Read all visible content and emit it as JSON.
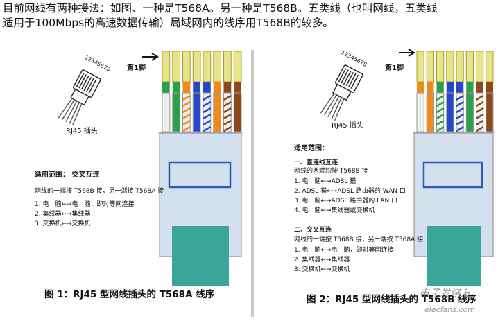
{
  "intro": {
    "text": "目前网线有两种接法：如图、一种是T568A。另一种是T568B。五类线（也叫网线，五类线适用于100Mbps的高速数据传输）局域网内的线序用T568B的较多。"
  },
  "figure1": {
    "pin_numbers": "12345678",
    "plug_label": "RJ45 插头",
    "pin1_label": "第1脚",
    "scope_title": "适用范围： 交叉互连",
    "rule": "网线的一端按 T568B 接，另一端接 T568A 接",
    "items": [
      "1. 电　脑←→电　脑，即对等网连接",
      "2. 集线器←→集线器",
      "3. 交换机←→交换机"
    ],
    "caption": "图 1：RJ45 型网线插头的 T568A 线序"
  },
  "figure2": {
    "pin_numbers": "12345678",
    "plug_label": "RJ45 插头",
    "pin1_label": "第1脚",
    "scope_title": "适用范围：",
    "section1_title": "一、直连线互连",
    "section1_rule": "网线的两端均按 T568B 接",
    "section1_items": [
      "1. 电　脑←→ADSL 猫",
      "2. ADSL 猫←→ADSL 路由器的 WAN 口",
      "3. 电　脑←→ADSL 路由器的 LAN 口",
      "4. 电　脑←→集线器或交换机"
    ],
    "section2_title": "二、交叉互连",
    "section2_rule": "网线的一端按 T568B 接，另一端按 T568A 接",
    "section2_items": [
      "1. 电　脑←→电　脑，即对等网连接",
      "2. 集线器←→集线器",
      "3. 交换机←→交换机"
    ],
    "caption": "图 2：RJ45 型网线插头的 T568B 线序",
    "watermark": "电子发烧友",
    "watermark_url": "elecfans.com"
  },
  "colors": {
    "t568a": [
      "#f0f0f0",
      "#2aa04a",
      "#f0f0f0",
      "#2448c8",
      "#f0f0f0",
      "#f08a1c",
      "#f0f0f0",
      "#8a4a1e"
    ],
    "t568a_stripe": [
      null,
      null,
      "#f08a1c",
      null,
      "#2448c8",
      null,
      "#8a4a1e",
      null
    ],
    "t568a_top": [
      "#2aa04a",
      "#2aa04a",
      "#f08a1c",
      "#2448c8",
      "#2448c8",
      "#f08a1c",
      "#8a4a1e",
      "#8a4a1e"
    ],
    "t568b": [
      "#f0f0f0",
      "#f08a1c",
      "#f0f0f0",
      "#2448c8",
      "#f0f0f0",
      "#2aa04a",
      "#f0f0f0",
      "#8a4a1e"
    ],
    "t568b_stripe": [
      null,
      null,
      "#2aa04a",
      null,
      "#2448c8",
      null,
      "#8a4a1e",
      null
    ],
    "t568b_top": [
      "#f08a1c",
      "#f08a1c",
      "#2aa04a",
      "#2448c8",
      "#2448c8",
      "#2aa04a",
      "#8a4a1e",
      "#8a4a1e"
    ],
    "plug_body": "#d4e0ee",
    "plug_window": "#2a5bb8",
    "boot": "#3aa69a"
  }
}
